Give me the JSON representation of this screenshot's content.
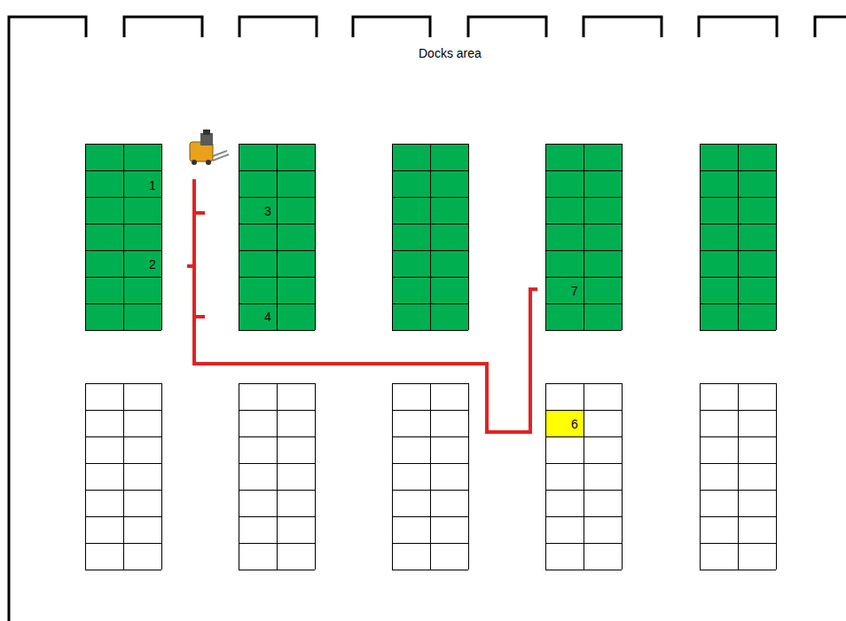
{
  "diagram": {
    "labels": [
      "Docks area",
      "1",
      "3",
      "2",
      "4",
      "7",
      "6"
    ]
  }
}
